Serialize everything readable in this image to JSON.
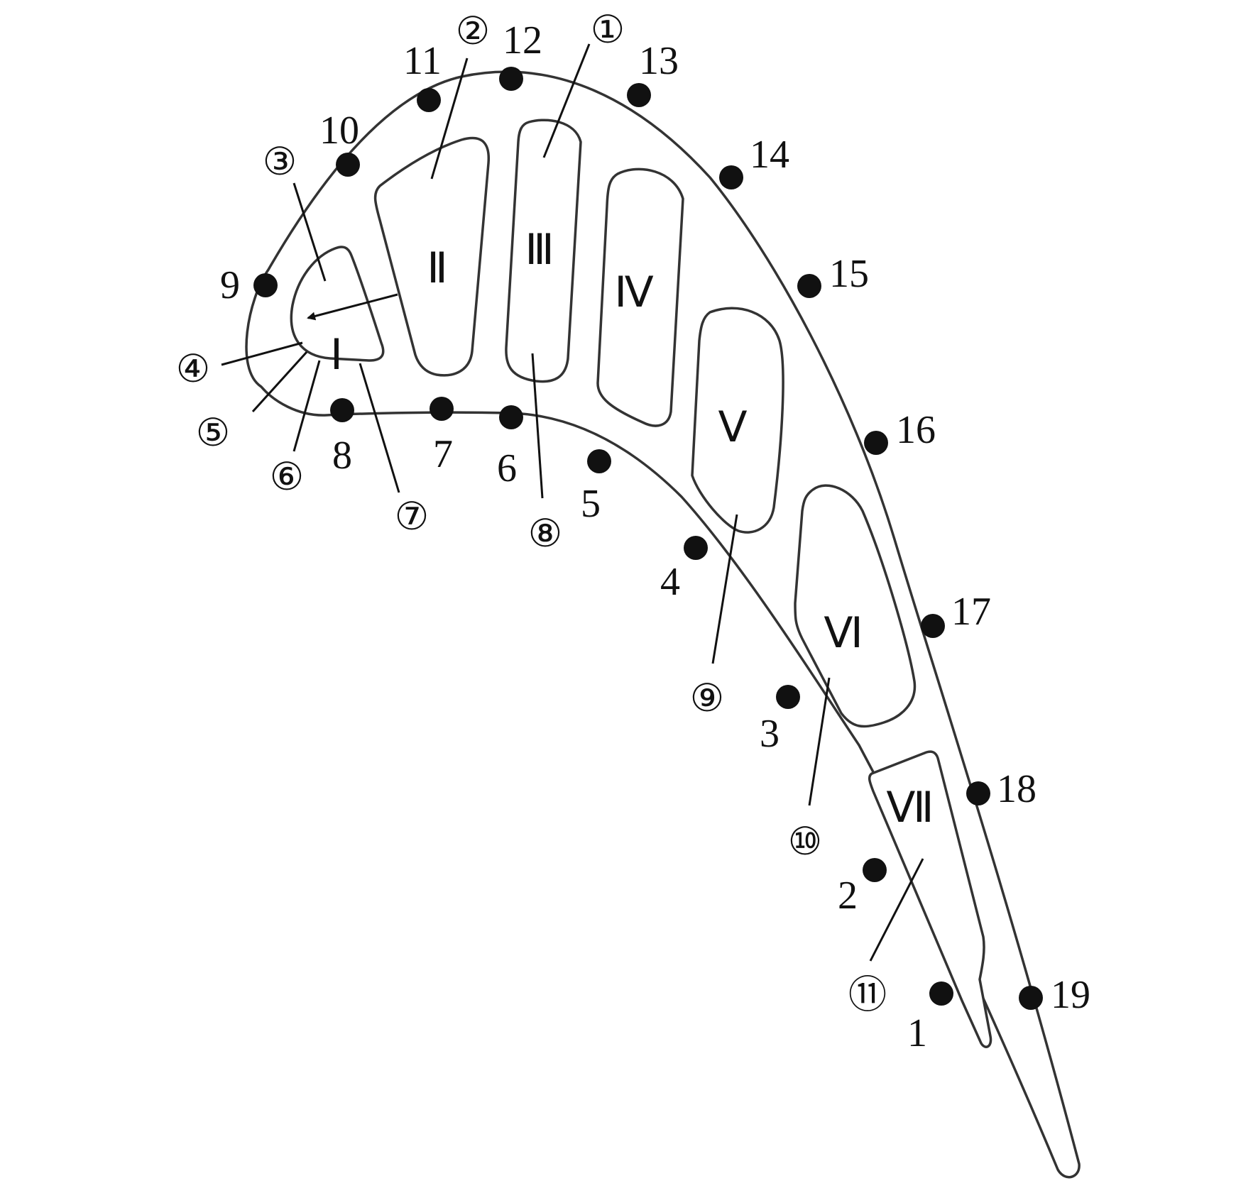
{
  "measurement_points": [
    {
      "label": "1"
    },
    {
      "label": "2"
    },
    {
      "label": "3"
    },
    {
      "label": "4"
    },
    {
      "label": "5"
    },
    {
      "label": "6"
    },
    {
      "label": "7"
    },
    {
      "label": "8"
    },
    {
      "label": "9"
    },
    {
      "label": "10"
    },
    {
      "label": "11"
    },
    {
      "label": "12"
    },
    {
      "label": "13"
    },
    {
      "label": "14"
    },
    {
      "label": "15"
    },
    {
      "label": "16"
    },
    {
      "label": "17"
    },
    {
      "label": "18"
    },
    {
      "label": "19"
    }
  ],
  "cavities": [
    {
      "label": "Ⅰ"
    },
    {
      "label": "Ⅱ"
    },
    {
      "label": "Ⅲ"
    },
    {
      "label": "Ⅳ"
    },
    {
      "label": "Ⅴ"
    },
    {
      "label": "Ⅵ"
    },
    {
      "label": "Ⅶ"
    }
  ],
  "callouts": [
    {
      "label": "①"
    },
    {
      "label": "②"
    },
    {
      "label": "③"
    },
    {
      "label": "④"
    },
    {
      "label": "⑤"
    },
    {
      "label": "⑥"
    },
    {
      "label": "⑦"
    },
    {
      "label": "⑧"
    },
    {
      "label": "⑨"
    },
    {
      "label": "⑩"
    },
    {
      "label": "⑪"
    }
  ]
}
